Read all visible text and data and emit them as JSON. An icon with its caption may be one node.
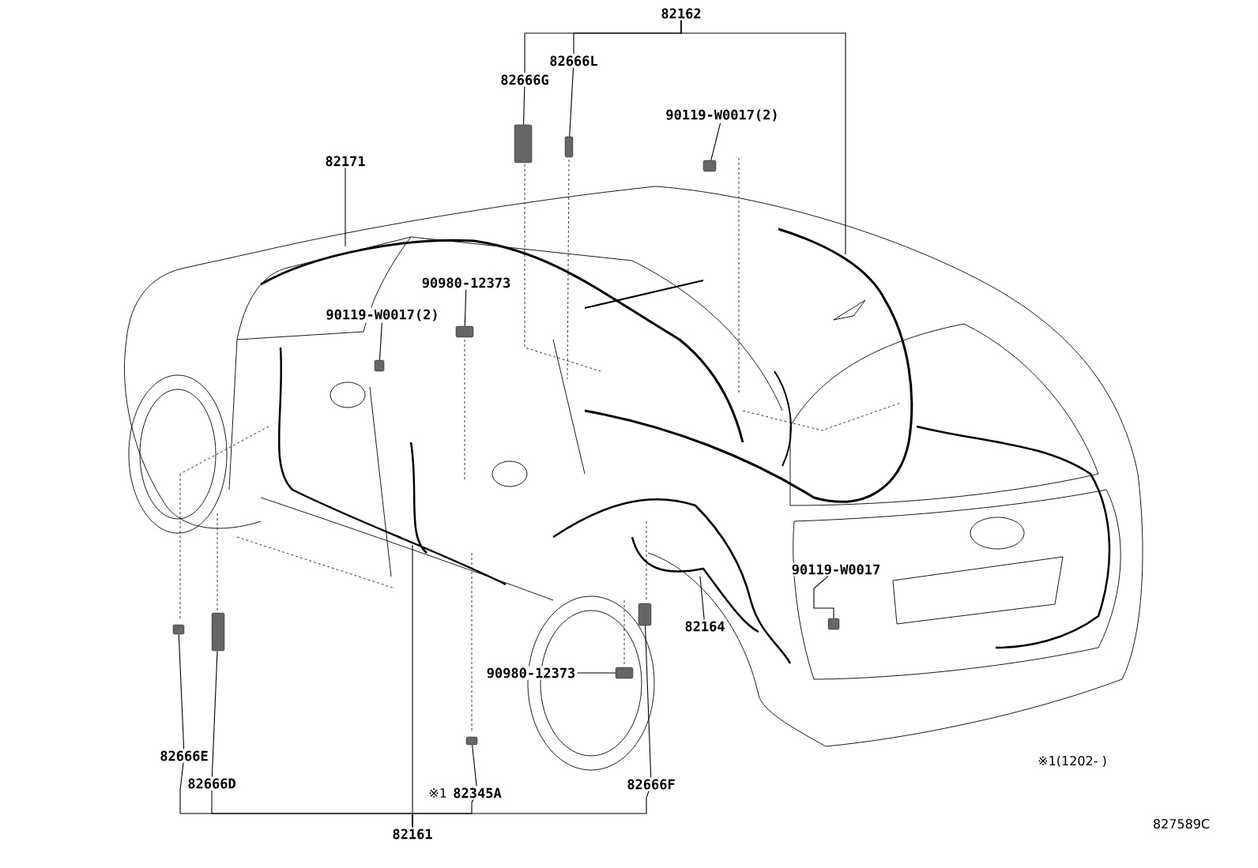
{
  "diagram": {
    "nodes": [
      {
        "text": [
          "82162"
        ]
      },
      {
        "text": [
          "82666L"
        ]
      },
      {
        "text": [
          "82666G"
        ]
      },
      {
        "text": [],
        "shape": "box"
      },
      {
        "text": [],
        "shape": "box"
      },
      {
        "text": [
          "90119-W0017(2)"
        ]
      },
      {
        "text": [],
        "shape": "box"
      },
      {
        "text": [
          "82171"
        ]
      },
      {
        "text": [
          "90980-12373"
        ]
      },
      {
        "text": [],
        "shape": "box"
      },
      {
        "text": [
          "90119-W0017(2)"
        ]
      },
      {
        "text": [],
        "shape": "box"
      },
      {
        "text": [
          "90119-W0017"
        ]
      },
      {
        "text": [],
        "shape": "box"
      },
      {
        "text": [
          "82164"
        ]
      },
      {
        "text": [
          "90980-12373"
        ]
      },
      {
        "text": [],
        "shape": "box"
      },
      {
        "text": [
          "82666E"
        ]
      },
      {
        "text": [],
        "shape": "box"
      },
      {
        "text": [
          "82666D"
        ]
      },
      {
        "text": [],
        "shape": "box"
      },
      {
        "text": [
          "82345A"
        ],
        "beside": [
          "※1"
        ]
      },
      {
        "text": [],
        "shape": "box"
      },
      {
        "text": [
          "82666F"
        ]
      },
      {
        "text": [],
        "shape": "box"
      },
      {
        "text": [
          "82161"
        ]
      }
    ],
    "edges": [
      {
        "from": 0,
        "to": 2,
        "arrow": "none"
      },
      {
        "from": 0,
        "to": 1,
        "arrow": "none"
      },
      {
        "from": 0,
        "to": null,
        "arrow": "none"
      },
      {
        "from": 2,
        "to": 3,
        "arrow": "none"
      },
      {
        "from": 1,
        "to": 4,
        "arrow": "none"
      },
      {
        "from": 5,
        "to": 6,
        "arrow": "none"
      },
      {
        "from": 7,
        "to": null,
        "arrow": "none"
      },
      {
        "from": 8,
        "to": 9,
        "arrow": "none"
      },
      {
        "from": 10,
        "to": 11,
        "arrow": "none"
      },
      {
        "from": 12,
        "to": 13,
        "arrow": "none"
      },
      {
        "from": 14,
        "to": null,
        "arrow": "none"
      },
      {
        "from": 15,
        "to": 16,
        "arrow": "none"
      },
      {
        "from": 17,
        "to": 18,
        "arrow": "none"
      },
      {
        "from": 19,
        "to": 20,
        "arrow": "none"
      },
      {
        "from": 21,
        "to": 22,
        "arrow": "none"
      },
      {
        "from": 23,
        "to": 24,
        "arrow": "none"
      },
      {
        "from": 25,
        "to": 17,
        "arrow": "none"
      },
      {
        "from": 25,
        "to": 19,
        "arrow": "none"
      },
      {
        "from": 25,
        "to": 21,
        "arrow": "none"
      },
      {
        "from": 25,
        "to": 23,
        "arrow": "none"
      },
      {
        "from": 25,
        "to": null,
        "arrow": "none"
      }
    ],
    "labels": [
      "※1(1202- )",
      "827589C"
    ]
  }
}
